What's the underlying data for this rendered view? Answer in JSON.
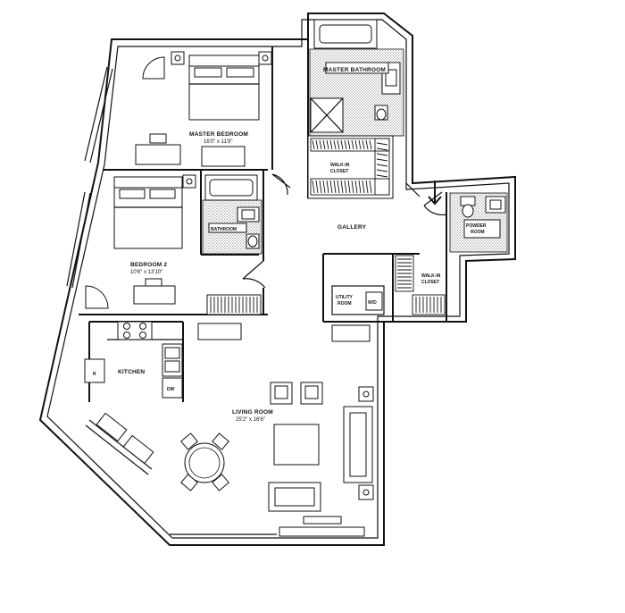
{
  "rooms": {
    "master_bedroom": {
      "name": "MASTER BEDROOM",
      "dims": "16'0\" x 11'9\""
    },
    "master_bathroom": {
      "name": "MASTER BATHROOM"
    },
    "walkin_closet_master": {
      "line1": "WALK-IN",
      "line2": "CLOSET"
    },
    "gallery": {
      "name": "GALLERY"
    },
    "powder_room": {
      "line1": "POWDER",
      "line2": "ROOM"
    },
    "bedroom2": {
      "name": "BEDROOM 2",
      "dims": "10'6\" x 13'10\""
    },
    "bathroom": {
      "name": "BATHROOM"
    },
    "walkin_closet_2": {
      "line1": "WALK-IN",
      "line2": "CLOSET"
    },
    "utility_room": {
      "line1": "UTILITY",
      "line2": "ROOM"
    },
    "wd": {
      "label": "W/D"
    },
    "kitchen": {
      "name": "KITCHEN"
    },
    "dishwasher": {
      "label": "DW"
    },
    "living_room": {
      "name": "LIVING ROOM",
      "dims": "25'2\" x 16'6\""
    }
  }
}
